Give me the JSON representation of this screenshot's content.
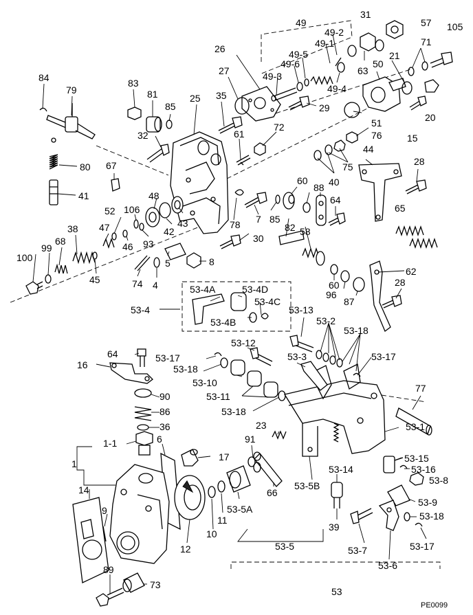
{
  "labels": {
    "l49": "49",
    "l49_2": "49-2",
    "l49_1": "49-1",
    "l49_5": "49-5",
    "l49_6": "49-6",
    "l49_3": "49-3",
    "l49_4": "49-4",
    "l31": "31",
    "l57": "57",
    "l105": "105",
    "l71": "71",
    "l21": "21",
    "l50": "50",
    "l63": "63",
    "l20": "20",
    "l26": "26",
    "l27": "27",
    "l29": "29",
    "l51": "51",
    "l15": "15",
    "l84": "84",
    "l79": "79",
    "l83": "83",
    "l81": "81",
    "l85a": "85",
    "l25": "25",
    "l35": "35",
    "l61": "61",
    "l72": "72",
    "l76": "76",
    "l32": "32",
    "l44": "44",
    "l75": "75",
    "l40": "40",
    "l28a": "28",
    "l80": "80",
    "l67": "67",
    "l41": "41",
    "l48": "48",
    "l60a": "60",
    "l88": "88",
    "l64a": "64",
    "l65": "65",
    "l52": "52",
    "l106": "106",
    "l7": "7",
    "l85b": "85",
    "l82": "82",
    "l58": "58",
    "l38": "38",
    "l47": "47",
    "l43": "43",
    "l42": "42",
    "l78": "78",
    "l93": "93",
    "l46": "46",
    "l30": "30",
    "l100": "100",
    "l99": "99",
    "l68": "68",
    "l5": "5",
    "l8": "8",
    "l62": "62",
    "l45": "45",
    "l74": "74",
    "l4": "4",
    "l60b": "60",
    "l96": "96",
    "l87": "87",
    "l28b": "28",
    "l53_4A": "53-4A",
    "l53_4D": "53-4D",
    "l53_4C": "53-4C",
    "l53_4": "53-4",
    "l53_4B": "53-4B",
    "l53_13": "53-13",
    "l53_2": "53-2",
    "l53_18a": "53-18",
    "l53_12": "53-12",
    "l53_17a": "53-17",
    "l53_17b": "53-17",
    "l64b": "64",
    "l16": "16",
    "l53_3": "53-3",
    "l53_18b": "53-18",
    "l53_10": "53-10",
    "l53_11": "53-11",
    "l90": "90",
    "l86": "86",
    "l53_18c": "53-18",
    "l77": "77",
    "l36": "36",
    "l23": "23",
    "l53_1": "53-1",
    "l1_1": "1-1",
    "l6": "6",
    "l91": "91",
    "l17": "17",
    "l53_15": "53-15",
    "l53_16": "53-16",
    "l53_8": "53-8",
    "l1": "1",
    "l14": "14",
    "l53_5B": "53-5B",
    "l53_14": "53-14",
    "l66": "66",
    "l53_9": "53-9",
    "l9": "9",
    "l53_5A": "53-5A",
    "l39": "39",
    "l53_18d": "53-18",
    "l11": "11",
    "l10": "10",
    "l12": "12",
    "l53_7": "53-7",
    "l53_17c": "53-17",
    "l53_5": "53-5",
    "l53_6": "53-6",
    "l89": "89",
    "l73": "73",
    "l53": "53",
    "pe_code": "PE0099"
  }
}
